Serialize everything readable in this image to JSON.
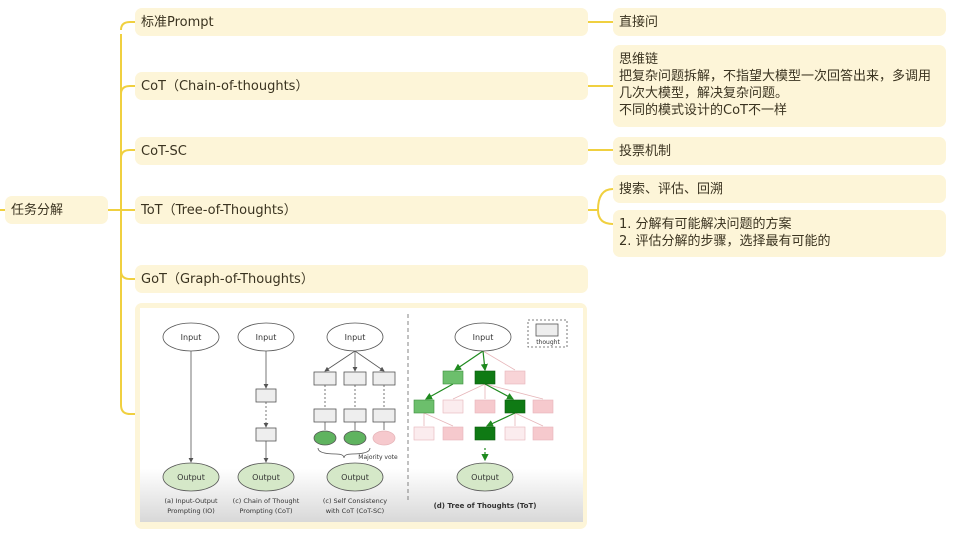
{
  "root": {
    "label": "任务分解"
  },
  "branches": [
    {
      "label": "标准Prompt",
      "notes": [
        "直接问"
      ]
    },
    {
      "label": "CoT（Chain-of-thoughts）",
      "notes": [
        "思维链\n把复杂问题拆解，不指望大模型一次回答出来，多调用几次大模型，解决复杂问题。\n不同的模式设计的CoT不一样"
      ]
    },
    {
      "label": "CoT-SC",
      "notes": [
        "投票机制"
      ]
    },
    {
      "label": "ToT（Tree-of-Thoughts）",
      "notes": [
        "搜索、评估、回溯",
        "1. 分解有可能解决问题的方案\n2. 评估分解的步骤，选择最有可能的"
      ]
    },
    {
      "label": "GoT（Graph-of-Thoughts）",
      "notes": []
    }
  ],
  "figure": {
    "input_label": "Input",
    "output_label": "Output",
    "legend_label": "thought",
    "majority_vote": "Majority vote",
    "captions": {
      "io": [
        "(a) Input-Output",
        "Prompting (IO)"
      ],
      "cot": [
        "(c) Chain of Thought",
        "Prompting (CoT)"
      ],
      "sc": [
        "(c) Self Consistency",
        "with CoT (CoT-SC)"
      ],
      "tot": "(d) Tree of Thoughts (ToT)"
    }
  },
  "colors": {
    "node_bg": "#fdf5d8",
    "line": "#f0d040",
    "green_dark": "#1e8a1e",
    "green_mid": "#6cbf6c",
    "pink": "#f6c9cd"
  }
}
